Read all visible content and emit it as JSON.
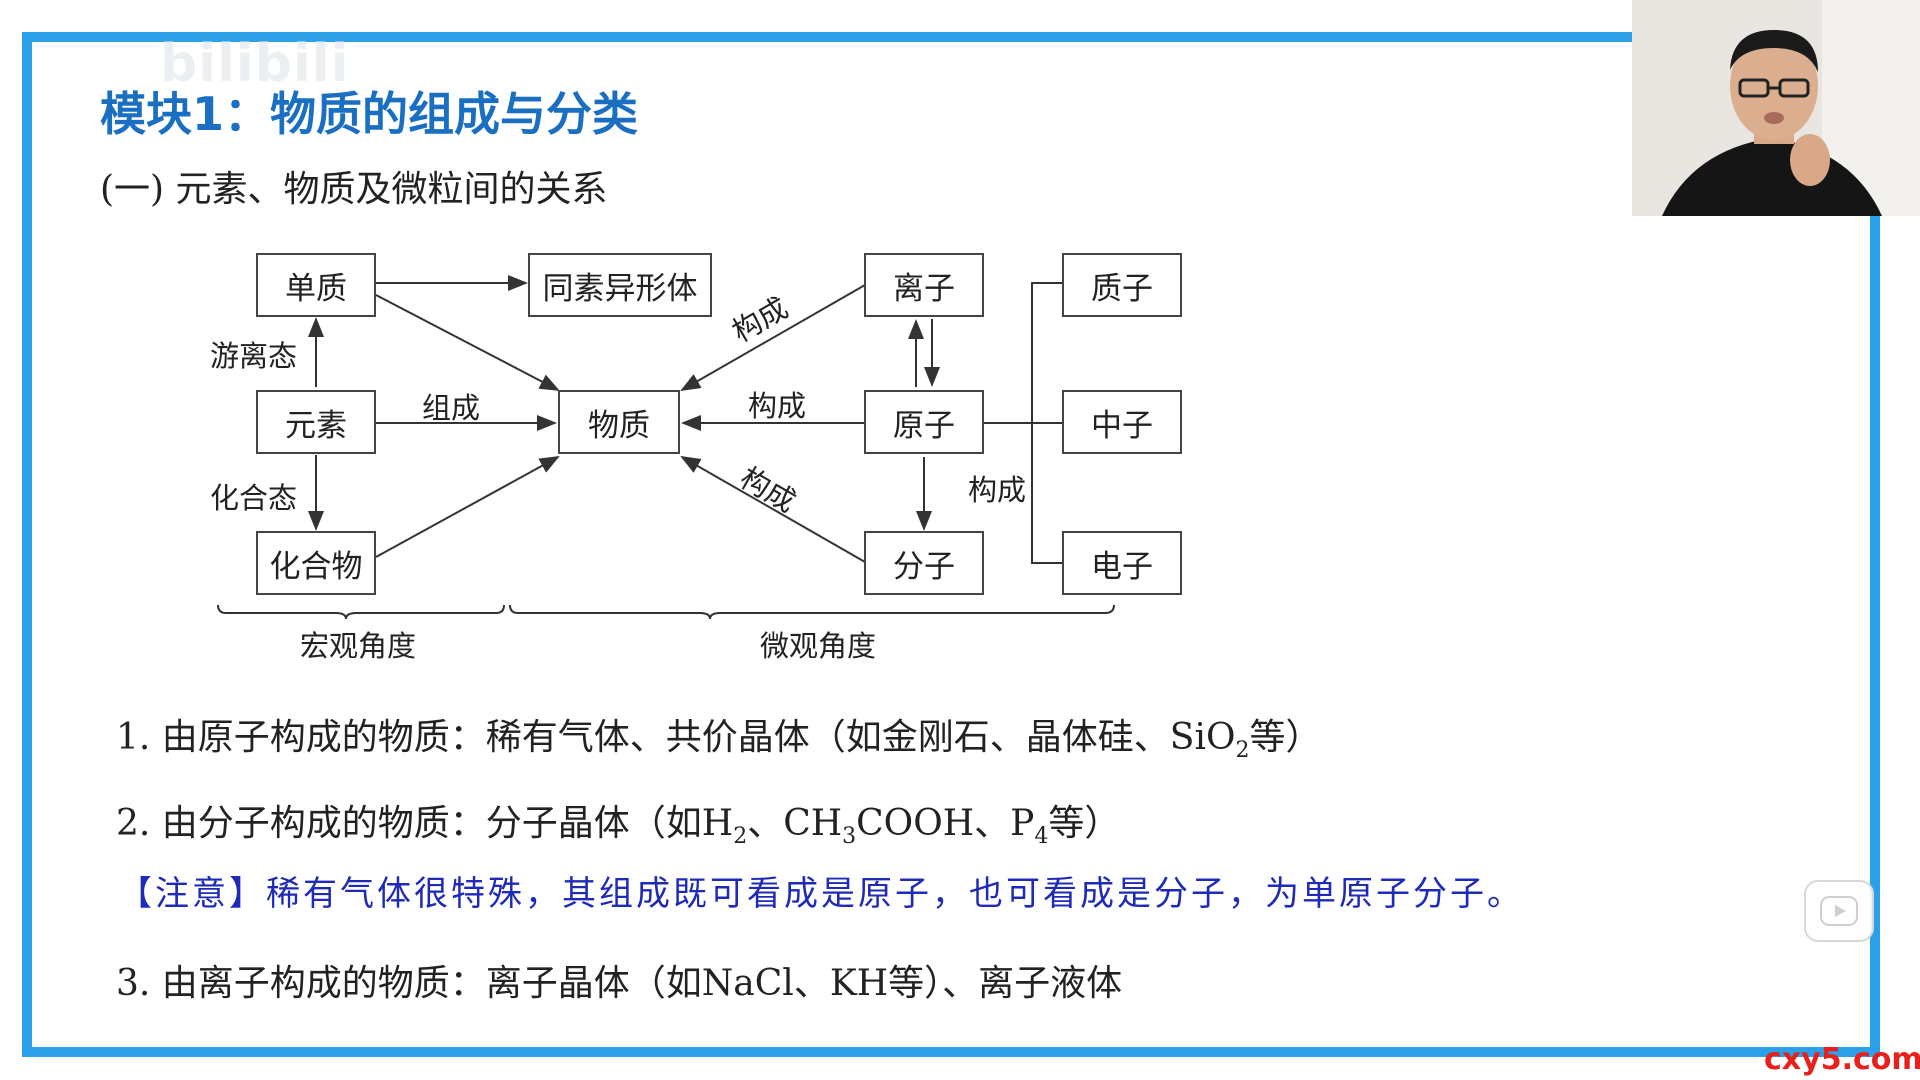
{
  "watermark": "bilibili",
  "slide": {
    "title": "模块1：物质的组成与分类",
    "subtitle": "(一) 元素、物质及微粒间的关系"
  },
  "diagram": {
    "boxes": {
      "danzhi": "单质",
      "tongsu": "同素异形体",
      "yuansu": "元素",
      "huahewu": "化合物",
      "wuzhi": "物质",
      "lizi": "离子",
      "yuanzi": "原子",
      "fenzi": "分子",
      "zhizi": "质子",
      "zhongzi": "中子",
      "dianzi": "电子"
    },
    "labels": {
      "youli": "游离态",
      "huahe": "化合态",
      "zucheng": "组成",
      "goucheng_top": "构成",
      "goucheng_mid": "构成",
      "goucheng_low": "构成",
      "goucheng_right": "构成"
    },
    "brace_labels": {
      "macro": "宏观角度",
      "micro": "微观角度"
    }
  },
  "lines": {
    "l1": {
      "prefix": "1. 由原子构成的物质：稀有气体、共价晶体（如金刚石、晶体硅、SiO",
      "sub": "2",
      "suffix": "等）"
    },
    "l2": {
      "p1": "2. 由分子构成的物质：分子晶体（如H",
      "s1": "2",
      "p2": "、CH",
      "s2": "3",
      "p3": "COOH、P",
      "s3": "4",
      "p4": "等）"
    },
    "note": "【注意】稀有气体很特殊，其组成既可看成是原子，也可看成是分子，为单原子分子。",
    "l3": "3. 由离子构成的物质：离子晶体（如NaCl、KH等）、离子液体"
  },
  "site_mark": "cxy5.com",
  "colors": {
    "frame": "#2b9fe8",
    "title": "#1b6fc2",
    "note": "#1f2bb8",
    "site": "#e8201c"
  }
}
